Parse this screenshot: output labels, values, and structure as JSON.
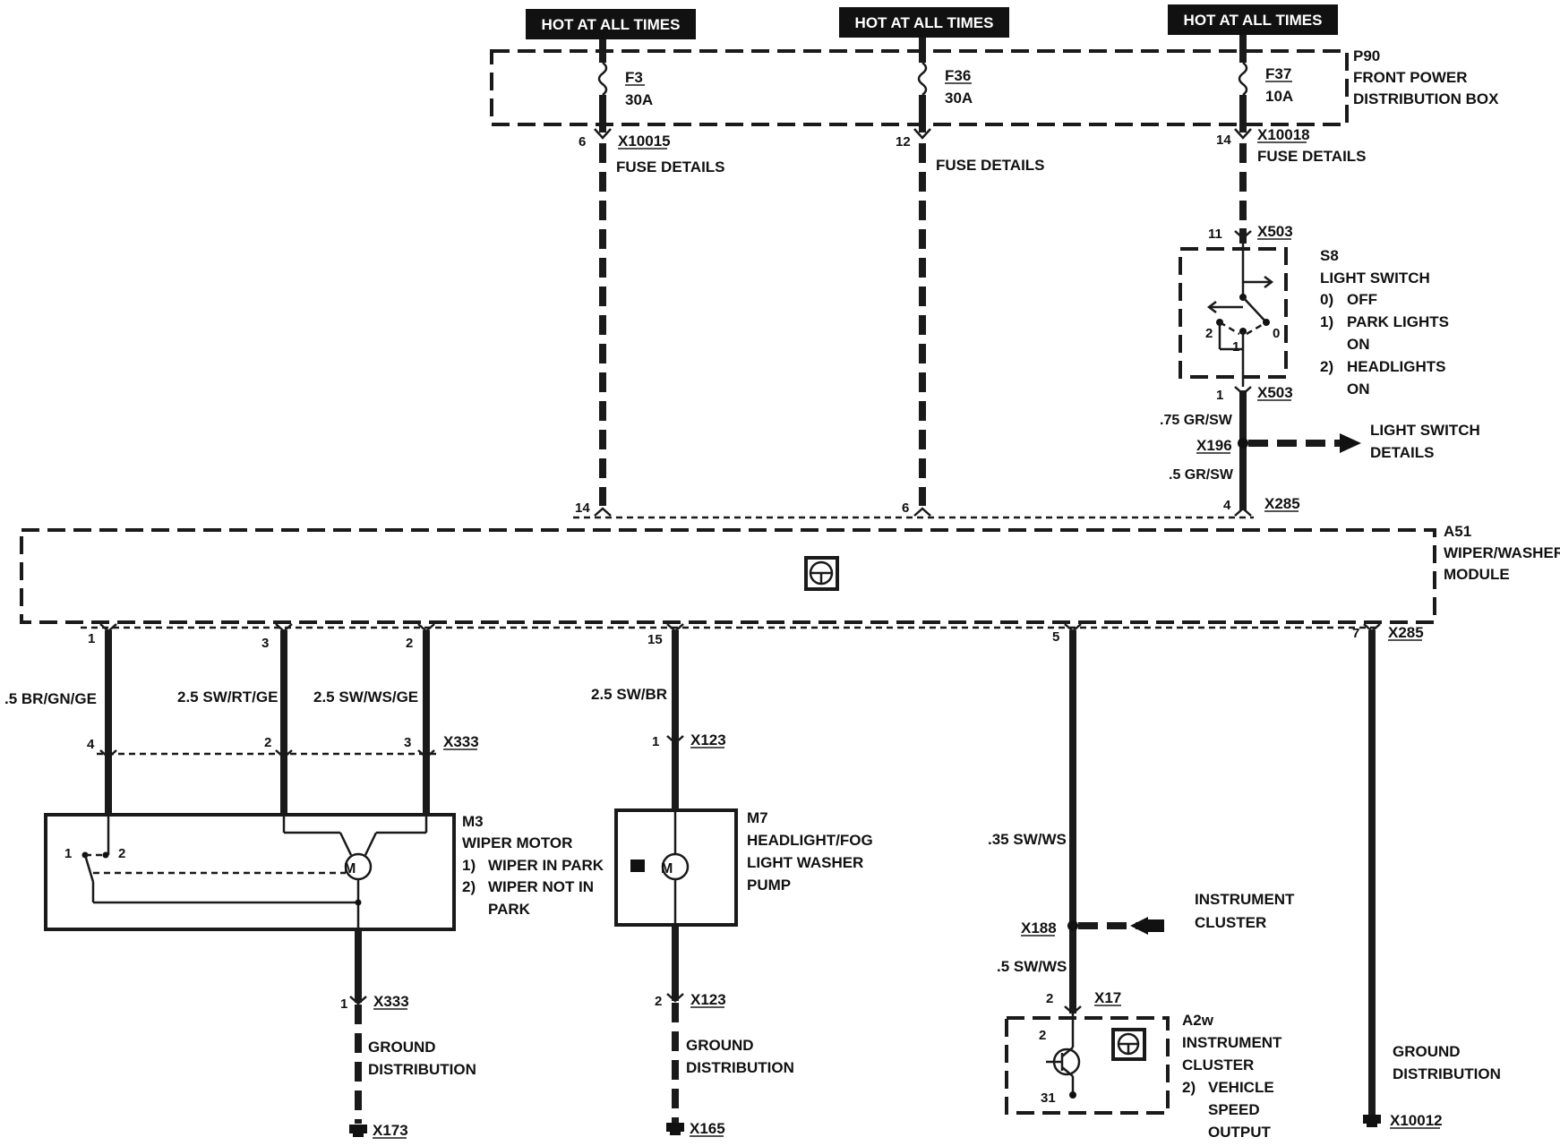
{
  "hot_labels": [
    "HOT AT ALL TIMES",
    "HOT AT ALL TIMES",
    "HOT AT ALL TIMES"
  ],
  "power_box": {
    "id": "P90",
    "name_line1": "FRONT POWER",
    "name_line2": "DISTRIBUTION BOX"
  },
  "fuses": [
    {
      "id": "F3",
      "rating": "30A",
      "pin": "6",
      "connector": "X10015",
      "details": "FUSE DETAILS",
      "module_pin": "14"
    },
    {
      "id": "F36",
      "rating": "30A",
      "pin": "12",
      "connector": "",
      "details": "FUSE DETAILS",
      "module_pin": "6"
    },
    {
      "id": "F37",
      "rating": "10A",
      "pin": "14",
      "connector": "X10018",
      "details": "FUSE DETAILS",
      "module_pin": "4"
    }
  ],
  "light_switch": {
    "id": "S8",
    "name": "LIGHT SWITCH",
    "in_pin": "11",
    "in_conn": "X503",
    "out_pin": "1",
    "out_conn": "X503",
    "pos_labels": [
      "2",
      "1",
      "0"
    ],
    "legend": [
      {
        "n": "0)",
        "t1": "OFF",
        "t2": ""
      },
      {
        "n": "1)",
        "t1": "PARK LIGHTS",
        "t2": "ON"
      },
      {
        "n": "2)",
        "t1": "HEADLIGHTS",
        "t2": "ON"
      }
    ]
  },
  "x196": {
    "wire_top": ".75 GR/SW",
    "conn": "X196",
    "wire_bot": ".5 GR/SW",
    "arrow1": "LIGHT SWITCH",
    "arrow2": "DETAILS",
    "x285": "X285"
  },
  "module": {
    "id": "A51",
    "name1": "WIPER/WASHER",
    "name2": "MODULE",
    "x285": "X285"
  },
  "module_pins": {
    "p1": "1",
    "p3": "3",
    "p2": "2",
    "p15": "15",
    "p5": "5",
    "p7": "7"
  },
  "wiper_wires": {
    "w1": ".5 BR/GN/GE",
    "w2": "2.5 SW/RT/GE",
    "w3": "2.5 SW/WS/GE",
    "pa": "4",
    "pb": "2",
    "pc": "3",
    "conn": "X333"
  },
  "wiper_motor": {
    "id": "M3",
    "name": "WIPER MOTOR",
    "l1n": "1)",
    "l1": "WIPER IN PARK",
    "l2n": "2)",
    "l2a": "WIPER NOT IN",
    "l2b": "PARK",
    "sw1": "1",
    "sw2": "2",
    "motor": "M"
  },
  "wiper_ground": {
    "pin": "1",
    "conn": "X333",
    "g1": "GROUND",
    "g2": "DISTRIBUTION",
    "gnd": "X173"
  },
  "pump_wire": {
    "wire": "2.5 SW/BR",
    "pin": "1",
    "conn": "X123"
  },
  "pump": {
    "id": "M7",
    "n1": "HEADLIGHT/FOG",
    "n2": "LIGHT WASHER",
    "n3": "PUMP",
    "motor": "M"
  },
  "pump_ground": {
    "pin": "2",
    "conn": "X123",
    "g1": "GROUND",
    "g2": "DISTRIBUTION",
    "gnd": "X165"
  },
  "speed": {
    "wire1": ".35 SW/WS",
    "conn": "X188",
    "ic1": "INSTRUMENT",
    "ic2": "CLUSTER",
    "wire2": ".5 SW/WS",
    "pin": "2",
    "x17": "X17"
  },
  "cluster": {
    "id": "A2w",
    "n1": "INSTRUMENT",
    "n2": "CLUSTER",
    "n3n": "2)",
    "n3": "VEHICLE",
    "n4": "SPEED",
    "n5": "OUTPUT",
    "pin2": "2",
    "pin31": "31"
  },
  "ground7": {
    "g1": "GROUND",
    "g2": "DISTRIBUTION",
    "gnd": "X10012"
  }
}
